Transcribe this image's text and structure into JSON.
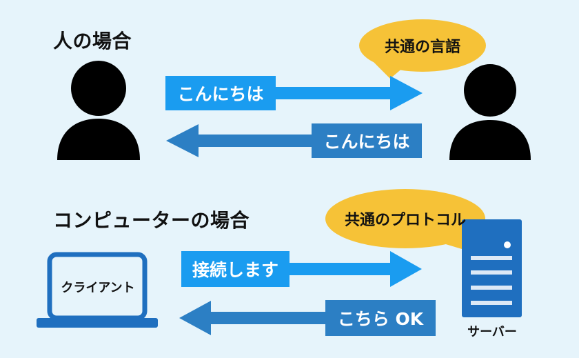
{
  "human_section": {
    "heading": "人の場合",
    "bubble": "共通の言語",
    "arrow_right_label": "こんにちは",
    "arrow_left_label": "こんにちは"
  },
  "computer_section": {
    "heading": "コンピューターの場合",
    "bubble": "共通のプロトコル",
    "client_label": "クライアント",
    "server_label": "サーバー",
    "arrow_right_label": "接続します",
    "arrow_left_label": "こちら OK"
  },
  "colors": {
    "background": "#e6f4fb",
    "arrow_right": "#1a9cf0",
    "arrow_left": "#2c7fc4",
    "bubble": "#f6c237",
    "server": "#1f6fbf",
    "person": "#000000"
  },
  "icons": [
    "person-icon",
    "laptop-icon",
    "server-icon",
    "arrow-right",
    "arrow-left",
    "speech-bubble"
  ]
}
